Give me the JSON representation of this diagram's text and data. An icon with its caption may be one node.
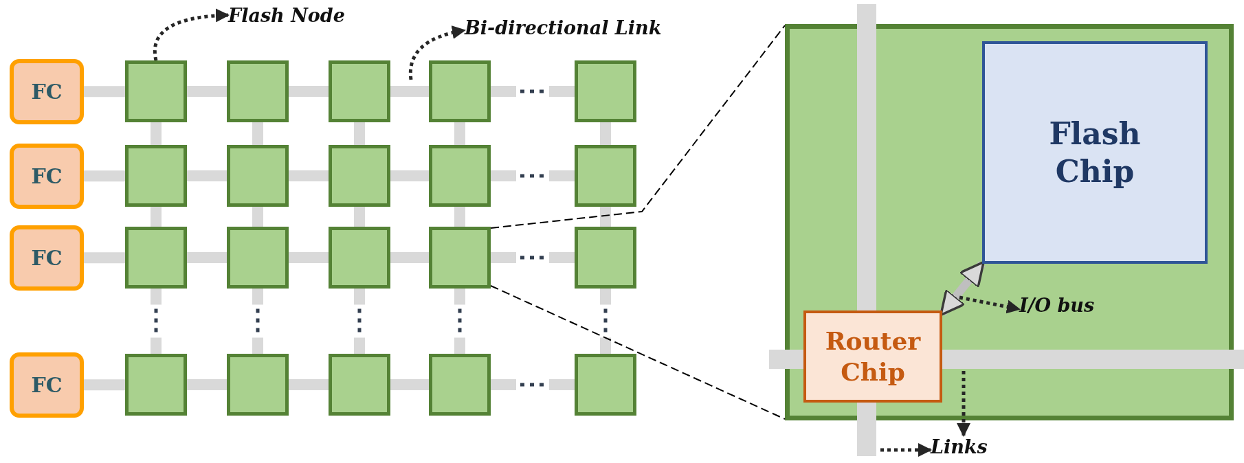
{
  "diagram": {
    "nodes": [
      {
        "text": [
          "FC"
        ]
      },
      {
        "text": [
          "FC"
        ]
      },
      {
        "text": [
          "FC"
        ]
      },
      {
        "text": [
          "FC"
        ]
      },
      {
        "text": [],
        "shape": "box"
      },
      {
        "text": [],
        "shape": "box"
      },
      {
        "text": [],
        "shape": "box"
      },
      {
        "text": [],
        "shape": "box"
      },
      {
        "text": [],
        "shape": "box"
      },
      {
        "text": [],
        "shape": "box"
      },
      {
        "text": [],
        "shape": "box"
      },
      {
        "text": [],
        "shape": "box"
      },
      {
        "text": [],
        "shape": "box"
      },
      {
        "text": [],
        "shape": "box"
      },
      {
        "text": [],
        "shape": "box"
      },
      {
        "text": [],
        "shape": "box"
      },
      {
        "text": [],
        "shape": "box"
      },
      {
        "text": [],
        "shape": "box"
      },
      {
        "text": [],
        "shape": "box"
      },
      {
        "text": [],
        "shape": "box"
      },
      {
        "text": [],
        "shape": "box"
      },
      {
        "text": [],
        "shape": "box"
      },
      {
        "text": [],
        "shape": "box"
      },
      {
        "text": [],
        "shape": "box"
      },
      {
        "text": [],
        "shape": "box"
      },
      {
        "text": [
          "Flash Chip"
        ],
        "in": 24
      },
      {
        "text": [
          "Router Chip"
        ],
        "in": 24
      },
      {
        "text": [
          "Flash Node"
        ]
      },
      {
        "text": [
          "Bi-directional Link"
        ]
      },
      {
        "text": [
          "I/O bus"
        ],
        "in": 24
      },
      {
        "text": [
          "Links"
        ]
      }
    ],
    "edges": [
      {
        "from": 0,
        "to": 4,
        "arrow": "none"
      },
      {
        "from": 4,
        "to": 5,
        "arrow": "none"
      },
      {
        "from": 5,
        "to": 6,
        "arrow": "none"
      },
      {
        "from": 6,
        "to": 7,
        "arrow": "none"
      },
      {
        "from": 7,
        "to": 8,
        "arrow": "none",
        "style": "dashed"
      },
      {
        "from": 1,
        "to": 9,
        "arrow": "none"
      },
      {
        "from": 9,
        "to": 10,
        "arrow": "none"
      },
      {
        "from": 10,
        "to": 11,
        "arrow": "none"
      },
      {
        "from": 11,
        "to": 12,
        "arrow": "none"
      },
      {
        "from": 12,
        "to": 13,
        "arrow": "none",
        "style": "dashed"
      },
      {
        "from": 2,
        "to": 14,
        "arrow": "none"
      },
      {
        "from": 14,
        "to": 15,
        "arrow": "none"
      },
      {
        "from": 15,
        "to": 16,
        "arrow": "none"
      },
      {
        "from": 16,
        "to": 17,
        "arrow": "none"
      },
      {
        "from": 17,
        "to": 18,
        "arrow": "none",
        "style": "dashed"
      },
      {
        "from": 3,
        "to": 19,
        "arrow": "none"
      },
      {
        "from": 19,
        "to": 20,
        "arrow": "none"
      },
      {
        "from": 20,
        "to": 21,
        "arrow": "none"
      },
      {
        "from": 21,
        "to": 22,
        "arrow": "none"
      },
      {
        "from": 22,
        "to": 23,
        "arrow": "none",
        "style": "dashed"
      },
      {
        "from": 4,
        "to": 9,
        "arrow": "none"
      },
      {
        "from": 9,
        "to": 14,
        "arrow": "none"
      },
      {
        "from": 14,
        "to": 19,
        "arrow": "none",
        "style": "dashed"
      },
      {
        "from": 5,
        "to": 10,
        "arrow": "none"
      },
      {
        "from": 10,
        "to": 15,
        "arrow": "none"
      },
      {
        "from": 15,
        "to": 20,
        "arrow": "none",
        "style": "dashed"
      },
      {
        "from": 6,
        "to": 11,
        "arrow": "none"
      },
      {
        "from": 11,
        "to": 16,
        "arrow": "none"
      },
      {
        "from": 16,
        "to": 21,
        "arrow": "none",
        "style": "dashed"
      },
      {
        "from": 7,
        "to": 12,
        "arrow": "none"
      },
      {
        "from": 12,
        "to": 17,
        "arrow": "none"
      },
      {
        "from": 17,
        "to": 22,
        "arrow": "none",
        "style": "dashed"
      },
      {
        "from": 8,
        "to": 13,
        "arrow": "none"
      },
      {
        "from": 13,
        "to": 18,
        "arrow": "none"
      },
      {
        "from": 18,
        "to": 23,
        "arrow": "none",
        "style": "dashed"
      },
      {
        "from": 26,
        "to": 25,
        "arrow": "both"
      },
      {
        "from": 17,
        "to": 24,
        "arrow": "none",
        "style": "dashed",
        "color": "#000000"
      },
      {
        "from": 17,
        "to": 24,
        "arrow": "none",
        "style": "dashed",
        "color": "#000000"
      },
      {
        "from": 4,
        "to": 27,
        "arrow": "to",
        "style": "dashed",
        "color": "#262626"
      },
      {
        "from": null,
        "to": 28,
        "arrow": "to",
        "style": "dashed",
        "color": "#262626"
      },
      {
        "from": null,
        "to": 29,
        "arrow": "to",
        "style": "dashed",
        "color": "#262626"
      },
      {
        "from": null,
        "to": 30,
        "arrow": "to",
        "style": "dashed",
        "color": "#262626"
      },
      {
        "from": null,
        "to": 30,
        "arrow": "to",
        "style": "dashed",
        "color": "#262626"
      }
    ]
  }
}
